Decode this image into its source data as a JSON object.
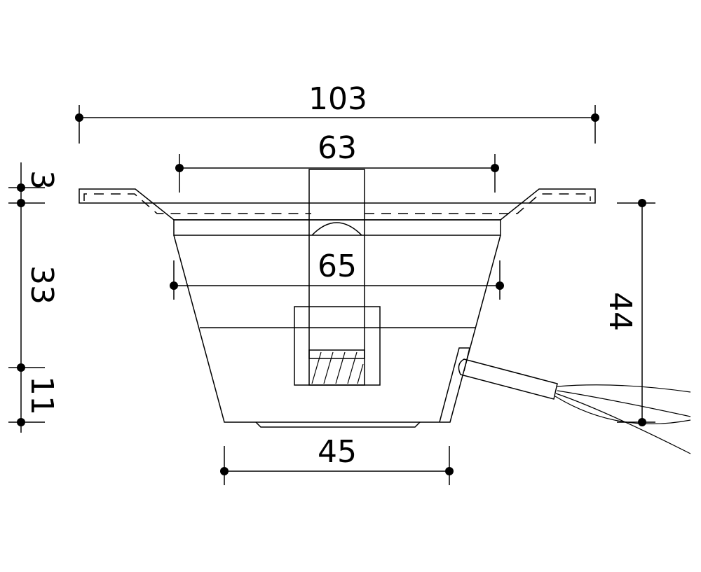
{
  "drawing": {
    "dimensions": {
      "overall_width": "103",
      "inner_width": "63",
      "body_width": "65",
      "bottom_width": "45",
      "flange_height": "3",
      "body_height": "33",
      "base_height": "11",
      "cable_height": "44"
    },
    "colors": {
      "line": "#000000",
      "background": "#ffffff"
    }
  }
}
